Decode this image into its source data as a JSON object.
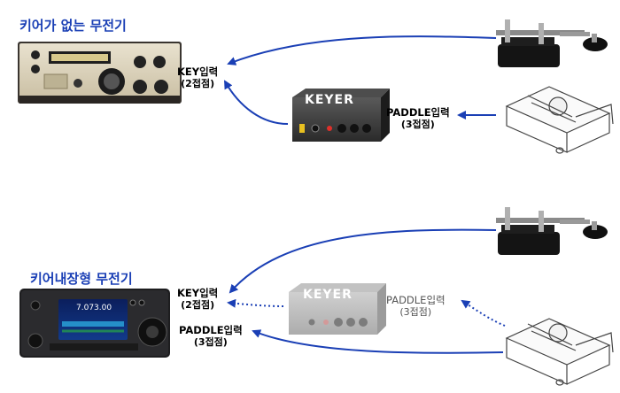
{
  "top": {
    "title": "키어가 없는 무전기",
    "key_input": {
      "name": "KEY입력",
      "sub": "(2접점)"
    },
    "paddle_input": {
      "name": "PADDLE입력",
      "sub": "(3접점)"
    },
    "keyer_label": "KEYER"
  },
  "bottom": {
    "title": "키어내장형 무전기",
    "key_input": {
      "name": "KEY입력",
      "sub": "(2접점)"
    },
    "paddle_input_keyer": {
      "name": "PADDLE입력",
      "sub": "(3접점)"
    },
    "paddle_input_radio": {
      "name": "PADDLE입력",
      "sub": "(3접점)"
    },
    "keyer_label": "KEYER",
    "display_freq": "7.073.00"
  },
  "colors": {
    "title": "#1a3fb5",
    "wire": "#1a3fb5"
  }
}
